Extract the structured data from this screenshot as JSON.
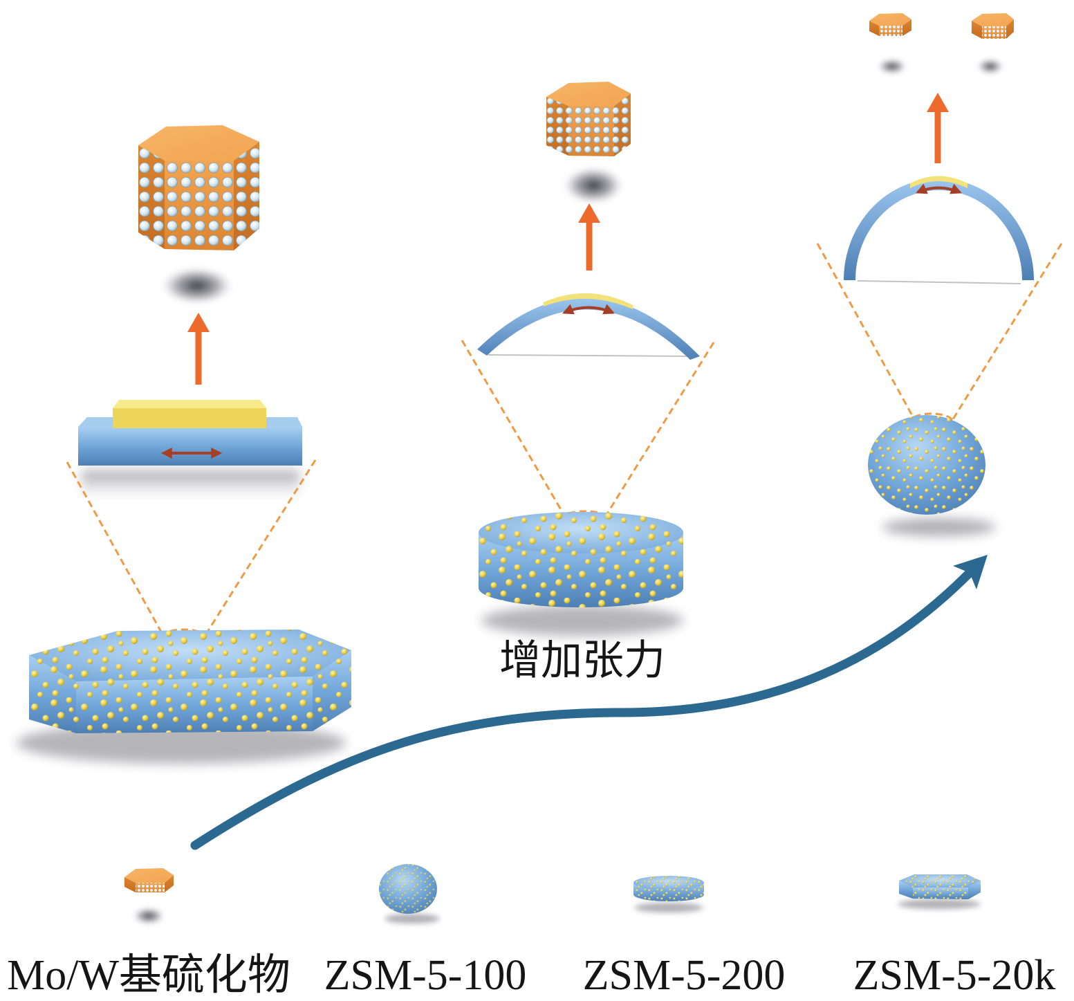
{
  "figure": {
    "labels": {
      "increase_tension": "增加张力",
      "mow_sulfide": "Mo/W基硫化物",
      "zsm_5_100": "ZSM-5-100",
      "zsm_5_200": "ZSM-5-200",
      "zsm_5_20k": "ZSM-5-20k"
    }
  },
  "colors": {
    "support_blue_light": "#a9cff1",
    "support_blue": "#72a7da",
    "support_blue_dark": "#4d7fb5",
    "metal_yellow": "#e9cd45",
    "sulfide_orange": "#f2a552",
    "sulfide_orange_dark": "#dd842f",
    "growth_arrow": "#ee6a2c",
    "trend_arrow": "#2c6990",
    "strain_arrow": "#a63f28",
    "guide_dash": "#f09a44"
  }
}
